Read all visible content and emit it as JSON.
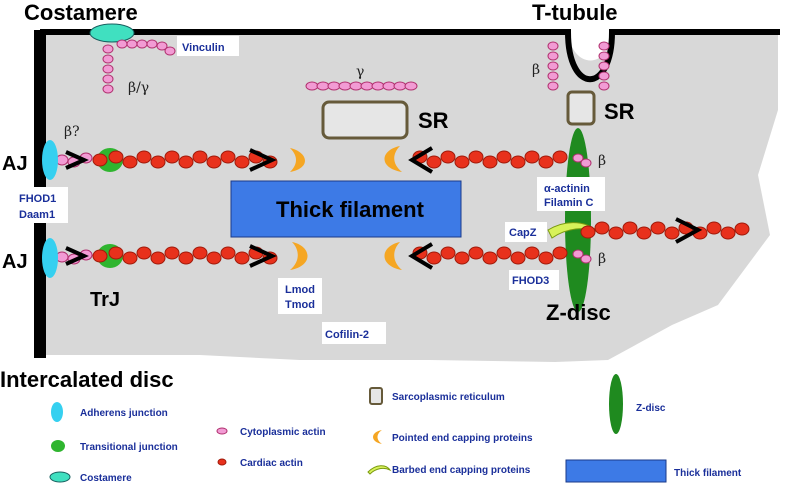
{
  "title_costamere": "Costamere",
  "title_ttubule": "T-tubule",
  "title_intercalated": "Intercalated disc",
  "labels": {
    "vinculin": "Vinculin",
    "beta_gamma": "β/γ",
    "beta": "β",
    "gamma": "γ",
    "beta_q": "β?",
    "sr": "SR",
    "aj": "AJ",
    "fhod1": "FHOD1",
    "daam1": "Daam1",
    "trj": "TrJ",
    "lmod": "Lmod",
    "tmod": "Tmod",
    "cofilin": "Cofilin-2",
    "thick_filament": "Thick filament",
    "alpha_actinin": "α-actinin",
    "filamin_c": "Filamin C",
    "capz": "CapZ",
    "fhod3": "FHOD3",
    "zdisc": "Z-disc"
  },
  "legend": {
    "adherens": "Adherens junction",
    "transitional": "Transitional junction",
    "costamere": "Costamere",
    "cyto_actin": "Cytoplasmic actin",
    "cardiac_actin": "Cardiac actin",
    "sr": "Sarcoplasmic reticulum",
    "pointed": "Pointed end capping proteins",
    "barbed": "Barbed end capping proteins",
    "zdisc": "Z-disc",
    "thick": "Thick filament"
  },
  "colors": {
    "cell": "#d8d8d8",
    "membrane": "#000000",
    "cardiac_actin": "#e8311c",
    "cyto_actin": "#f29bd4",
    "adherens": "#35d0f0",
    "transitional": "#2fb52f",
    "costamere": "#40e0c0",
    "pointed_cap": "#f5a623",
    "barbed_cap": "#d8f25a",
    "zdisc": "#1f8a1f",
    "thick": "#3d7ae6",
    "sr": "#e6e6e6",
    "text_blue": "#1a2f9a"
  }
}
